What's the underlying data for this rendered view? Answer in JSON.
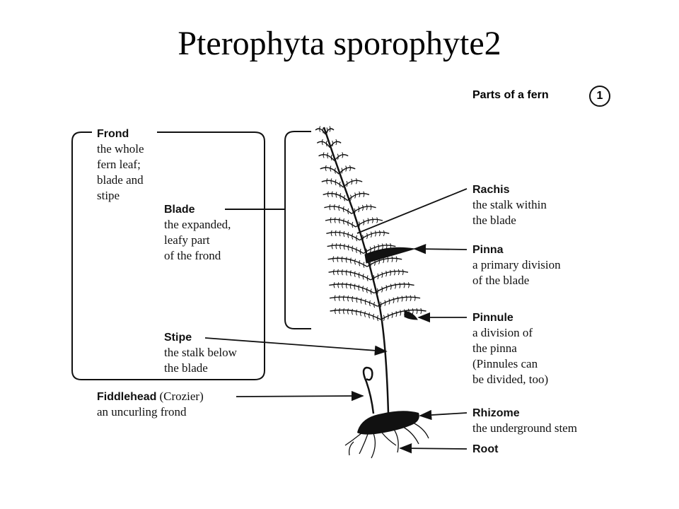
{
  "title": "Pterophyta sporophyte2",
  "figure": {
    "heading": "Parts of a fern",
    "number": "1"
  },
  "labels": {
    "frond": {
      "term": "Frond",
      "desc": [
        "the whole",
        "fern leaf;",
        "blade and",
        "stipe"
      ]
    },
    "blade": {
      "term": "Blade",
      "desc": [
        "the expanded,",
        "leafy part",
        "of the frond"
      ]
    },
    "stipe": {
      "term": "Stipe",
      "desc": [
        "the stalk below",
        "the blade"
      ]
    },
    "fiddlehead": {
      "term": "Fiddlehead",
      "paren": "(Crozier)",
      "desc": [
        "an uncurling frond"
      ]
    },
    "rachis": {
      "term": "Rachis",
      "desc": [
        "the stalk within",
        "the blade"
      ]
    },
    "pinna": {
      "term": "Pinna",
      "desc": [
        "a primary division",
        "of the blade"
      ]
    },
    "pinnule": {
      "term": "Pinnule",
      "desc": [
        "a division of",
        "the pinna",
        "(Pinnules can",
        "be divided, too)"
      ]
    },
    "rhizome": {
      "term": "Rhizome",
      "desc": [
        "the underground stem"
      ]
    },
    "root": {
      "term": "Root"
    }
  }
}
